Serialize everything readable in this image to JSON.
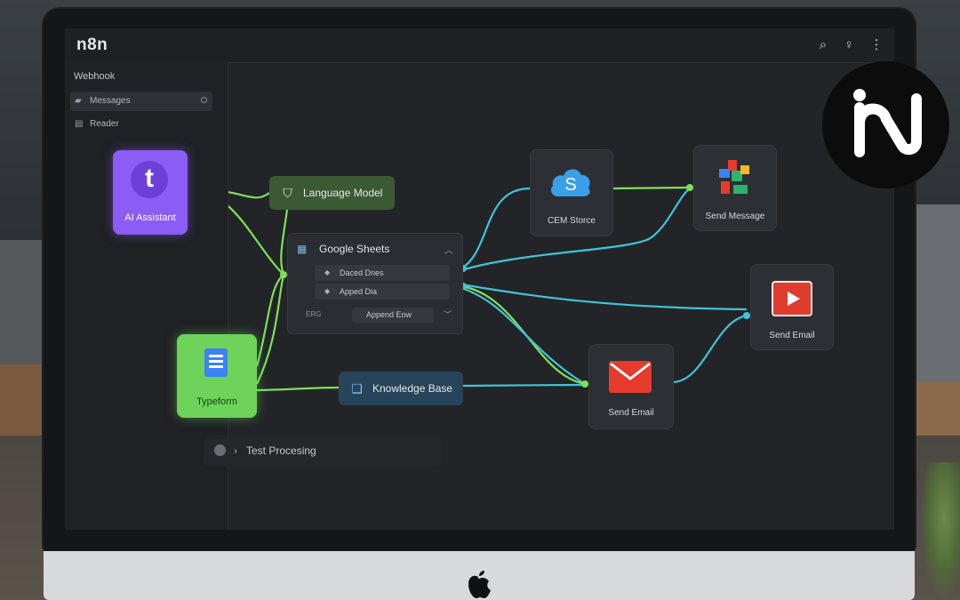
{
  "app": {
    "name": "n8n"
  },
  "topbar": {
    "icons": [
      "search-icon",
      "microphone-icon",
      "more-vertical-icon"
    ]
  },
  "sidebar": {
    "heading": "Webhook",
    "items": [
      {
        "label": "Messages",
        "icon": "message-icon",
        "active": true
      },
      {
        "label": "Reader",
        "icon": "document-icon",
        "active": false
      }
    ]
  },
  "nodes": {
    "ai_assistant": {
      "label": "AI Assistant",
      "glyph": "t",
      "color": "#8b5cf6"
    },
    "typeform": {
      "label": "Typeform",
      "color": "#6dd35a"
    },
    "language_model": {
      "label": "Language Model",
      "icon": "shield-icon"
    },
    "google_sheets": {
      "title": "Google Sheets",
      "rows": [
        "Daced Dnes",
        "Apped Dia"
      ],
      "action": "Append Eow",
      "meta": "ERG"
    },
    "knowledge_base": {
      "label": "Knowledge Base",
      "icon": "chat-icon"
    },
    "cem_storage": {
      "label": "CEM Storce",
      "glyph": "S"
    },
    "send_message": {
      "label": "Send Message"
    },
    "send_email_top": {
      "label": "Send Email"
    },
    "send_email_bottom": {
      "label": "Send Email"
    }
  },
  "test_bar": {
    "label": "Test Procesing"
  },
  "colors": {
    "green_link": "#7ee05a",
    "teal_link": "#40c4d8",
    "purple": "#8b5cf6",
    "red": "#e03b2f"
  }
}
